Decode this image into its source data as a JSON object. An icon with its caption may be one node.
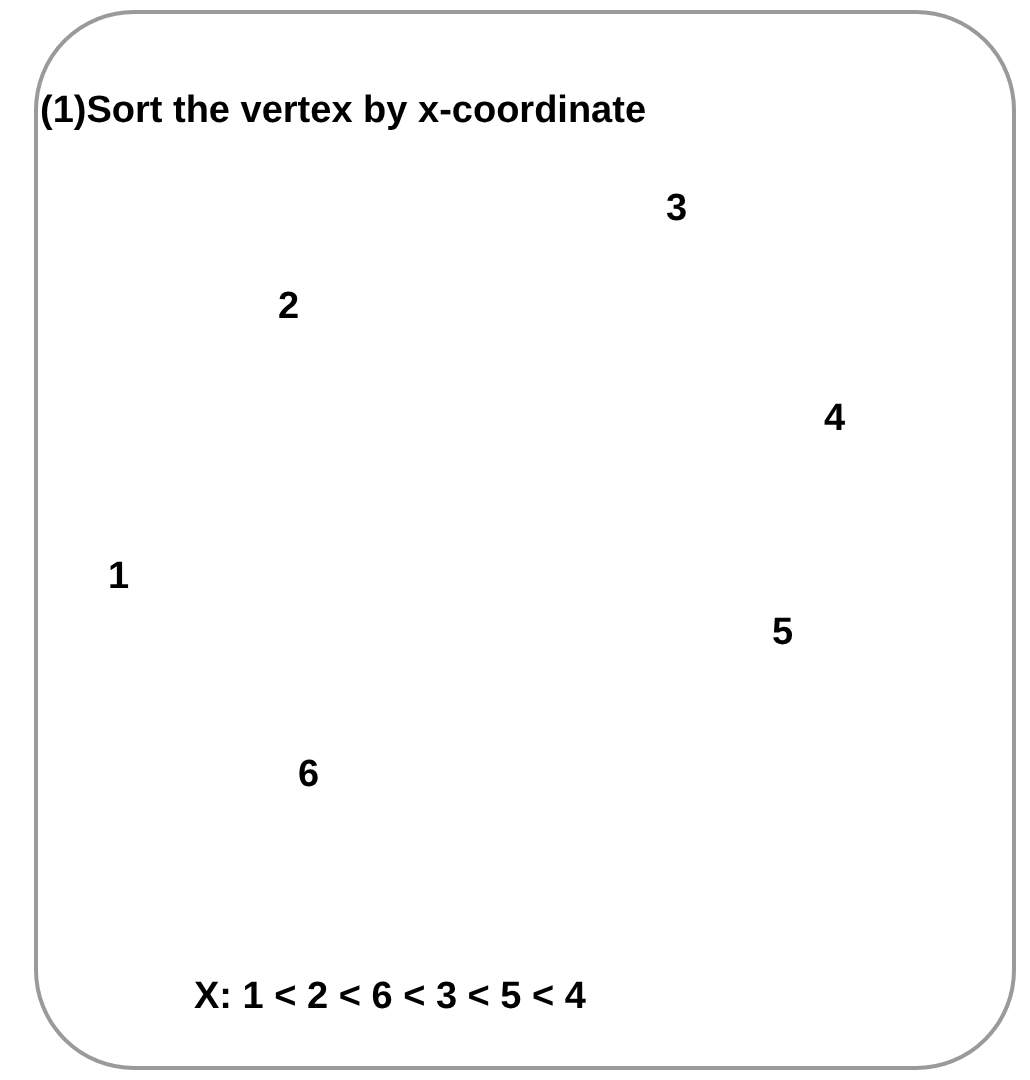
{
  "diagram": {
    "nodes": [
      {
        "text": [
          "(1)Sort the vertex by x-coordinate",
          "X: 1 < 2 < 6 < 3 < 5 < 4"
        ]
      }
    ],
    "edges": [],
    "labels": [
      "3",
      "2",
      "4",
      "1",
      "5",
      "6"
    ]
  }
}
